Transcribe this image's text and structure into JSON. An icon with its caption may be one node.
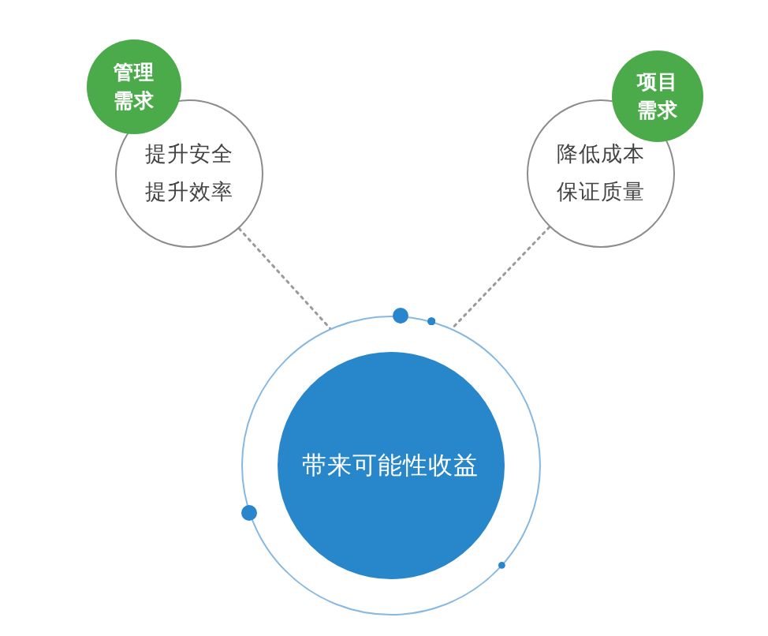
{
  "diagram": {
    "nodes": [
      {
        "text": [
          "管理需求"
        ]
      },
      {
        "text": [
          "提升安全",
          "提升效率"
        ]
      },
      {
        "text": [
          "项目需求"
        ]
      },
      {
        "text": [
          "降低成本",
          "保证质量"
        ]
      },
      {
        "text": [],
        "shape": "circle"
      },
      {
        "text": [
          "带来可能性收益"
        ],
        "in": 4
      }
    ],
    "edges": [
      {
        "from": 1,
        "to": 4,
        "arrow": "none",
        "style": "dashed"
      },
      {
        "from": 3,
        "to": 4,
        "arrow": "none",
        "style": "dashed"
      }
    ]
  }
}
